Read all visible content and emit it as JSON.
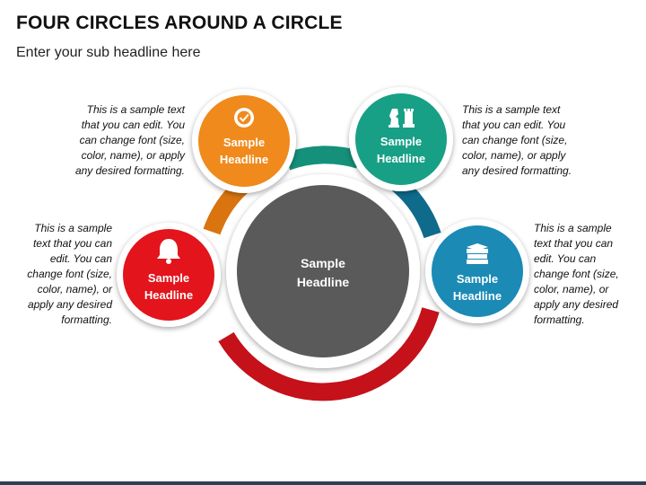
{
  "header": {
    "title": "FOUR CIRCLES AROUND A CIRCLE",
    "subtitle": "Enter your sub headline here"
  },
  "center": {
    "line1": "Sample",
    "line2": "Headline"
  },
  "nodes": [
    {
      "id": "orange",
      "line1": "Sample",
      "line2": "Headline",
      "icon": "badge-check-icon",
      "color": "#f08a1c",
      "arc_color": "#d9740e",
      "text": "This is a sample text\nthat you can edit. You\ncan change font (size,\ncolor, name), or apply\nany desired formatting."
    },
    {
      "id": "teal",
      "line1": "Sample",
      "line2": "Headline",
      "icon": "chess-pieces-icon",
      "color": "#17a086",
      "arc_color": "#15907a",
      "text": "This is a sample text\nthat you can edit. You\ncan change font (size,\ncolor, name), or apply\nany desired formatting."
    },
    {
      "id": "blue",
      "line1": "Sample",
      "line2": "Headline",
      "icon": "books-icon",
      "color": "#1b8ab5",
      "arc_color": "#0e6b8c",
      "text": "This is a sample\ntext that you can\nedit. You can\nchange font (size,\ncolor, name), or\napply any desired\nformatting."
    },
    {
      "id": "red",
      "line1": "Sample",
      "line2": "Headline",
      "icon": "bell-icon",
      "color": "#e3141c",
      "arc_color": "#c4111a",
      "text": "This is a sample\ntext that you can\nedit. You can\nchange font (size,\ncolor, name), or\napply any desired\nformatting."
    }
  ],
  "colors": {
    "center_fill": "#5a5a5a",
    "node_ring": "#ffffff"
  }
}
